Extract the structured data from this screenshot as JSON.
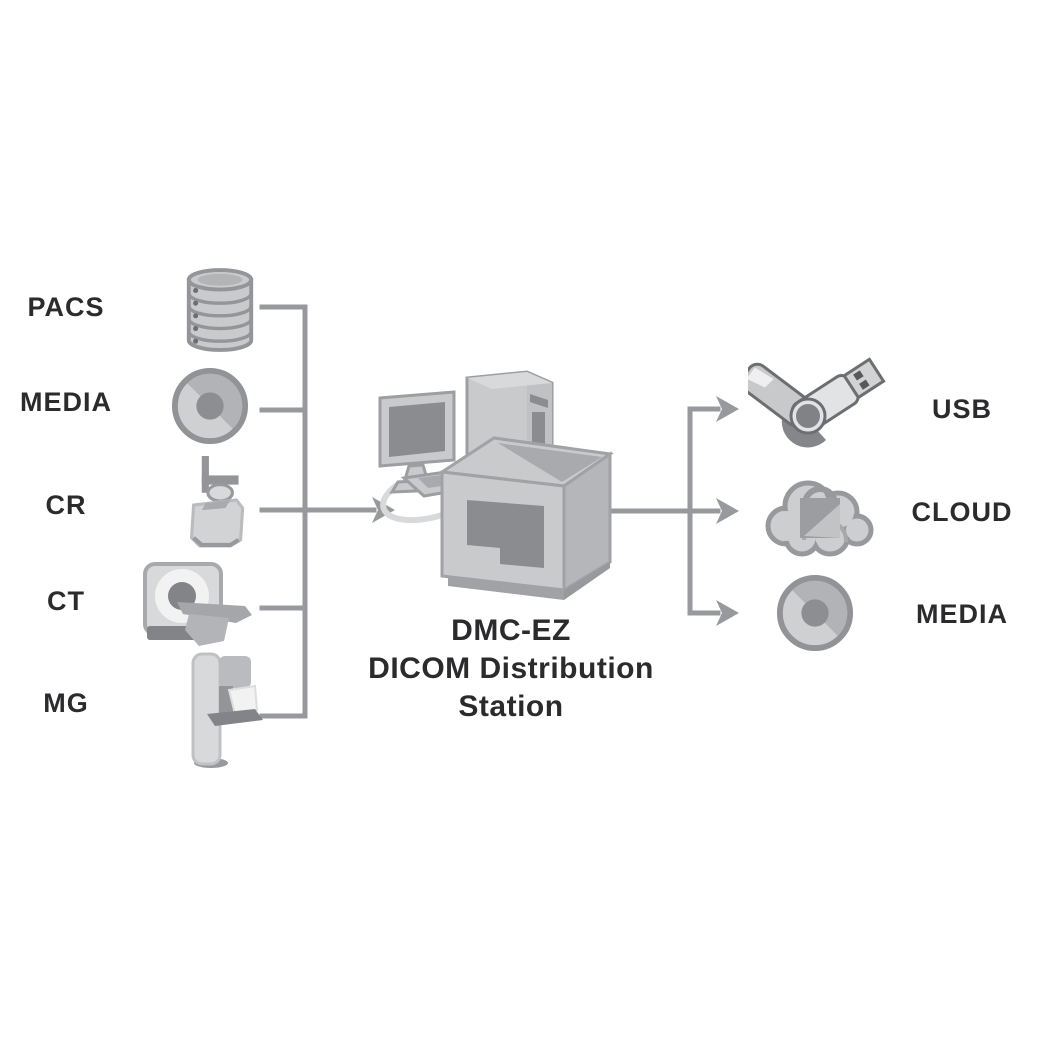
{
  "diagram": {
    "description": "DMC-EZ DICOM Distribution Station flow diagram",
    "colors": {
      "background": "#ffffff",
      "connector_line": "#97999c",
      "label_text": "#2b2b2d",
      "icon_light_gray": "#cccdcf",
      "icon_mid_gray": "#a7a9ac",
      "icon_dark_gray": "#84868a",
      "icon_outline_gray": "#939598"
    },
    "sources": [
      {
        "label": "PACS",
        "icon": "database-icon"
      },
      {
        "label": "MEDIA",
        "icon": "disc-icon"
      },
      {
        "label": "CR",
        "icon": "cr-scanner-icon"
      },
      {
        "label": "CT",
        "icon": "ct-scanner-icon"
      },
      {
        "label": "MG",
        "icon": "mammography-icon"
      }
    ],
    "station": {
      "title_line1": "DMC-EZ",
      "title_line2": "DICOM Distribution",
      "title_line3": "Station",
      "icon": "workstation-publisher-icon"
    },
    "outputs": [
      {
        "label": "USB",
        "icon": "usb-drive-icon"
      },
      {
        "label": "CLOUD",
        "icon": "cloud-lock-icon"
      },
      {
        "label": "MEDIA",
        "icon": "disc-icon"
      }
    ]
  }
}
